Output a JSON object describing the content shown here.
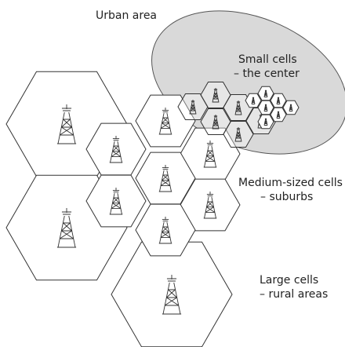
{
  "diagram": {
    "labels": {
      "urban": "Urban area",
      "small_line1": "Small cells",
      "small_line2": "– the center",
      "medium_line1": "Medium-sized cells",
      "medium_line2": "– suburbs",
      "large_line1": "Large cells",
      "large_line2": "– rural areas"
    },
    "colors": {
      "urban_area_fill": "#d9d9d9",
      "cell_fill": "#ffffff",
      "line": "#333333",
      "text": "#222222"
    },
    "icons": {
      "cell": "cell-tower-icon"
    }
  }
}
